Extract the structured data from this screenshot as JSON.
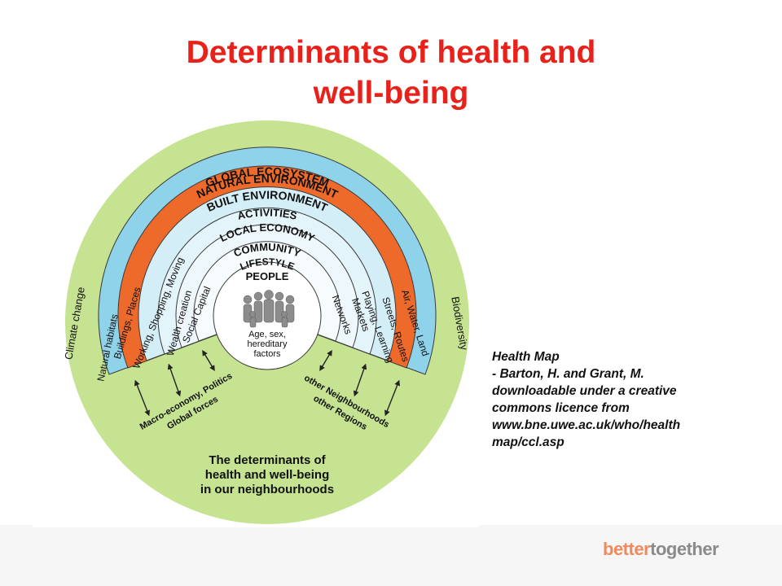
{
  "slide": {
    "title_line1": "Determinants of health and",
    "title_line2": "well-being"
  },
  "diagram": {
    "rings": {
      "global_ecosystem": "GLOBAL ECOSYSTEM",
      "natural_environment": "NATURAL ENVIRONMENT",
      "built_environment": "BUILT ENVIRONMENT",
      "activities": "ACTIVITIES",
      "local_economy": "LOCAL ECONOMY",
      "community": "COMMUNITY",
      "lifestyle": "LIFESTYLE",
      "people": "PEOPLE"
    },
    "side_labels": {
      "climate_change": "Climate change",
      "biodiversity": "Biodiversity",
      "natural_habitats": "Natural habitats",
      "air_water_land": "Air, Water, Land",
      "buildings_places": "Buildings, Places",
      "streets_routes": "Streets, Routes",
      "working_shopping_moving": "Working, Shopping, Moving",
      "playing_learning": "Playing, Learning",
      "wealth_creation": "Wealth creation",
      "markets": "Markets",
      "social_capital": "Social Capital",
      "networks": "Networks"
    },
    "core_text": [
      "Age, sex,",
      "hereditary",
      "factors"
    ],
    "left_wedge": [
      "Macro-economy, Politics",
      "Global forces"
    ],
    "right_wedge": [
      "other Neighbourhoods",
      "other Regions"
    ],
    "bottom_caption": [
      "The determinants of",
      "health and well-being",
      "in our neighbourhoods"
    ],
    "colors": {
      "outer_green": "#c5e390",
      "natural_blue": "#8fd3ea",
      "built_orange": "#ee6a2b",
      "inner_blue": "#d4eef8",
      "core_white": "#ffffff",
      "title_red": "#e8211a"
    }
  },
  "caption": {
    "lines": [
      "Health Map",
      "- Barton, H. and Grant, M.",
      "downloadable under a creative",
      "commons licence from",
      "www.bne.uwe.ac.uk/who/health",
      "map/ccl.asp"
    ]
  },
  "logo": {
    "part1": "better",
    "part2": "together"
  }
}
